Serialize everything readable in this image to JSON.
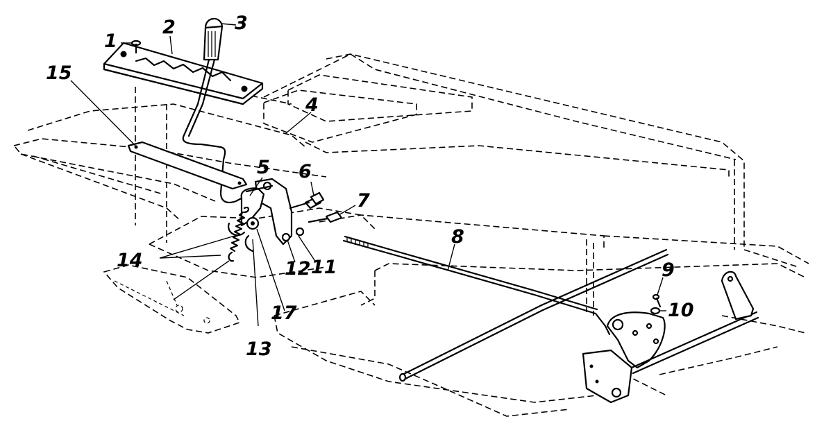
{
  "callouts": [
    {
      "id": "1",
      "label": "1"
    },
    {
      "id": "2",
      "label": "2"
    },
    {
      "id": "3",
      "label": "3"
    },
    {
      "id": "4",
      "label": "4"
    },
    {
      "id": "5",
      "label": "5"
    },
    {
      "id": "6",
      "label": "6"
    },
    {
      "id": "7",
      "label": "7"
    },
    {
      "id": "8",
      "label": "8"
    },
    {
      "id": "9",
      "label": "9"
    },
    {
      "id": "10",
      "label": "10"
    },
    {
      "id": "11",
      "label": "11"
    },
    {
      "id": "12",
      "label": "12"
    },
    {
      "id": "13",
      "label": "13"
    },
    {
      "id": "14",
      "label": "14"
    },
    {
      "id": "15",
      "label": "15"
    },
    {
      "id": "17",
      "label": "17"
    }
  ]
}
